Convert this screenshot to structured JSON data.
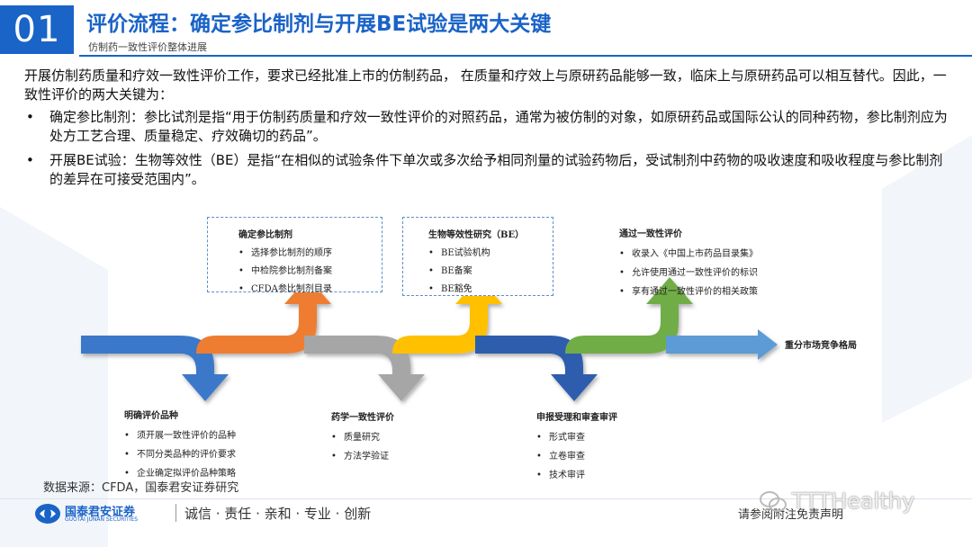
{
  "header": {
    "section_number": "01",
    "title": "评价流程：确定参比制剂与开展BE试验是两大关键",
    "subtitle": "仿制药一致性评价整体进展"
  },
  "intro": "开展仿制药质量和疗效一致性评价工作，要求已经批准上市的仿制药品， 在质量和疗效上与原研药品能够一致，临床上与原研药品可以相互替代。因此，一致性评价的两大关键为：",
  "bullets": [
    {
      "marker": "•",
      "text": "确定参比制剂：参比试剂是指“用于仿制药质量和疗效一致性评价的对照药品，通常为被仿制的对象，如原研药品或国际公认的同种药物，参比制剂应为处方工艺合理、质量稳定、疗效确切的药品”。"
    },
    {
      "marker": "•",
      "text": "开展BE试验：生物等效性（BE）是指“在相似的试验条件下单次或多次给予相同剂量的试验药物后，受试制剂中药物的吸收速度和吸收程度与参比制剂的差异在可接受范围内”。"
    }
  ],
  "diagram": {
    "colors": {
      "blue": "#3a78c9",
      "orange": "#ee7d31",
      "gray": "#a6a6a6",
      "yellow": "#ffc000",
      "navy": "#2f5dad",
      "green": "#71ad47",
      "lightblue": "#5b9bd5"
    },
    "end_label": "重分市场竞争格局",
    "top_boxes": [
      {
        "title": "确定参比制剂",
        "items": [
          "选择参比制剂的顺序",
          "中检院参比制剂备案",
          "CFDA参比制剂目录"
        ]
      },
      {
        "title": "生物等效性研究（BE）",
        "items": [
          "BE试验机构",
          "BE备案",
          "BE豁免"
        ]
      },
      {
        "title": "通过一致性评价",
        "items": [
          "收录入《中国上市药品目录集》",
          "允许使用通过一致性评价的标识",
          "享有通过一致性评价的相关政策"
        ]
      }
    ],
    "bottom_labels": [
      {
        "title": "明确评价品种",
        "items": [
          "须开展一致性评价的品种",
          "不同分类品种的评价要求",
          "企业确定拟评价品种策略"
        ]
      },
      {
        "title": "药学一致性评价",
        "items": [
          "质量研究",
          "方法学验证"
        ]
      },
      {
        "title": "申报受理和审查审评",
        "items": [
          "形式审查",
          "立卷审查",
          "技术审评"
        ]
      }
    ],
    "bullet_glyph": "•"
  },
  "source": "数据来源：CFDA，国泰君安证券研究",
  "footer": {
    "logo_cn": "国泰君安证券",
    "logo_en": "GUOTAI JUNAN SECURITIES",
    "slogan": "诚信 · 责任 · 亲和 · 专业 · 创新",
    "disclaimer": "请参阅附注免责声明",
    "watermark": "TTTHealthy"
  }
}
